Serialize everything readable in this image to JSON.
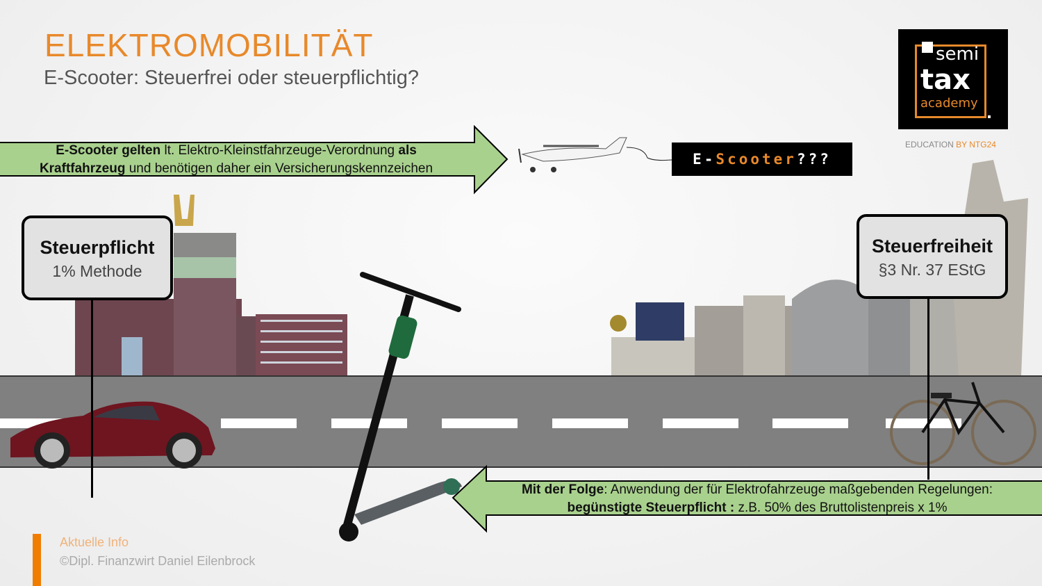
{
  "header": {
    "title": "ELEKTROMOBILITÄT",
    "subtitle": "E-Scooter: Steuerfrei oder steuerpflichtig?"
  },
  "top_arrow": {
    "bold1": "E-Scooter gelten",
    "text1": " lt. Elektro-Kleinstfahrzeuge-Verordnung ",
    "bold2": "als",
    "bold3": "Kraftfahrzeug",
    "text2": " und benötigen daher ein Versicherungskennzeichen"
  },
  "escooter_box": {
    "prefix": "E-",
    "highlight": "Scooter",
    "suffix": " ???"
  },
  "logo": {
    "line1": "semi",
    "line2": "tax",
    "line3": "academy",
    "tagline_a": "EDUCATION ",
    "tagline_b": "BY NTG24"
  },
  "left_sign": {
    "title": "Steuerpflicht",
    "subtitle": "1% Methode"
  },
  "right_sign": {
    "title": "Steuerfreiheit",
    "subtitle": "§3 Nr. 37 EStG"
  },
  "bottom_arrow": {
    "bold1": "Mit der Folge",
    "text1": ": Anwendung der für Elektrofahrzeuge maßgebenden Regelungen:",
    "bold2": "begünstigte Steuerpflicht :",
    "text2": "  z.B. 50% des Bruttolistenpreis x 1%"
  },
  "footer": {
    "category": "Aktuelle Info",
    "copyright": "©Dipl. Finanzwirt Daniel Eilenbrock"
  },
  "colors": {
    "accent": "#e8892b",
    "arrow": "#a9d18e",
    "road": "#808080"
  }
}
